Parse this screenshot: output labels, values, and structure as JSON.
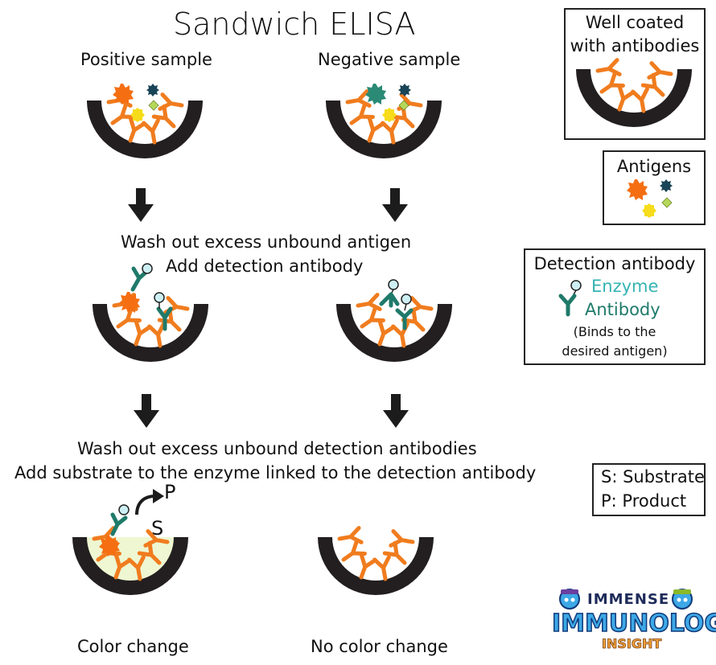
{
  "title": "Sandwich ELISA",
  "columns": {
    "positive": "Positive sample",
    "negative": "Negative sample"
  },
  "steps": {
    "step1_line1": "Wash out excess unbound antigen",
    "step1_line2": "Add detection antibody",
    "step2_line1": "Wash out excess unbound detection antibodies",
    "step2_line2": "Add substrate to the enzyme linked to the detection antibody"
  },
  "results": {
    "positive": "Color change",
    "negative": "No color change"
  },
  "reaction_labels": {
    "product": "P",
    "substrate": "S"
  },
  "legend": {
    "well": {
      "line1": "Well coated",
      "line2": "with antibodies"
    },
    "antigens": {
      "title": "Antigens"
    },
    "detection": {
      "title": "Detection antibody",
      "enzyme": "Enzyme",
      "antibody": "Antibody",
      "note_line1": "(Binds to the",
      "note_line2": "desired antigen)"
    },
    "key": {
      "s": "S: Substrate",
      "p": "P: Product"
    }
  },
  "logo": {
    "top": "IMMENSE",
    "middle": "IMMUNOLOGY",
    "bottom": "INSIGHT"
  },
  "colors": {
    "well": "#231f20",
    "capture_antibody": "#f07c1e",
    "detection_antibody": "#1f7a6a",
    "enzyme": "#cdeff3",
    "antigen_orange": "#f56f12",
    "antigen_yellow": "#f6dc1a",
    "antigen_navy": "#1a4457",
    "antigen_lime": "#b6d85a",
    "antigen_teal": "#2a8a75",
    "enzyme_text": "#35b3b3",
    "antibody_text": "#1f7a6a",
    "color_change": "#eef7d2"
  }
}
